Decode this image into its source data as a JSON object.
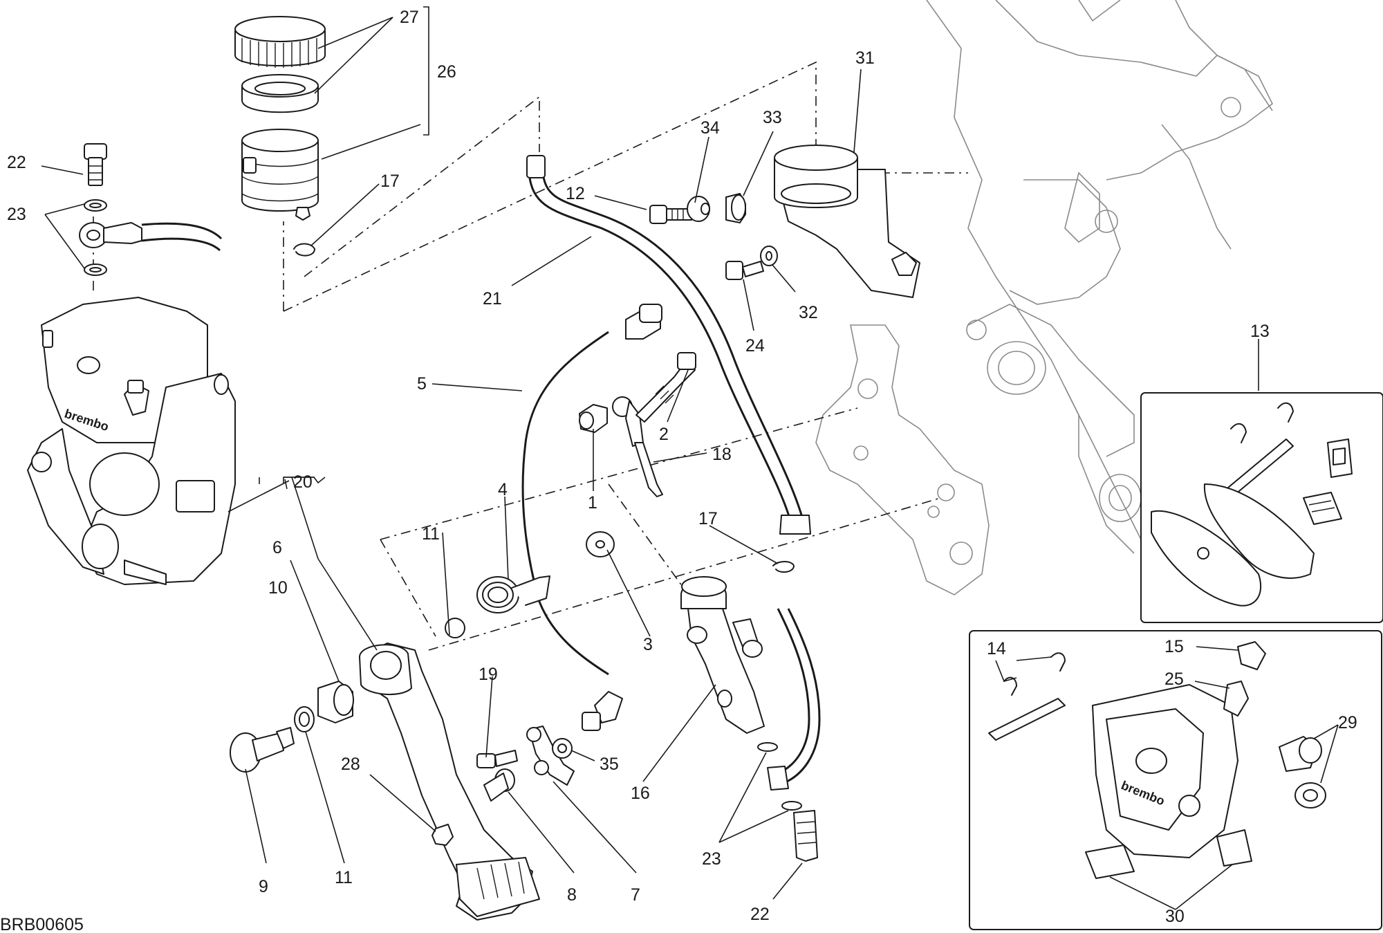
{
  "diagram_code": "BRB00605",
  "brand_mark": "brembo",
  "callouts": {
    "c1": "1",
    "c2": "2",
    "c3": "3",
    "c4": "4",
    "c5": "5",
    "c6": "6",
    "c7": "7",
    "c8": "8",
    "c9": "9",
    "c10": "10",
    "c11a": "11",
    "c11b": "11",
    "c12": "12",
    "c13": "13",
    "c14": "14",
    "c15": "15",
    "c16": "16",
    "c17a": "17",
    "c17b": "17",
    "c18": "18",
    "c19": "19",
    "c20": "20",
    "c21": "21",
    "c22a": "22",
    "c22b": "22",
    "c23a": "23",
    "c23b": "23",
    "c24": "24",
    "c25": "25",
    "c26": "26",
    "c27": "27",
    "c28": "28",
    "c29": "29",
    "c30": "30",
    "c31": "31",
    "c32": "32",
    "c33": "33",
    "c34": "34",
    "c35": "35"
  }
}
